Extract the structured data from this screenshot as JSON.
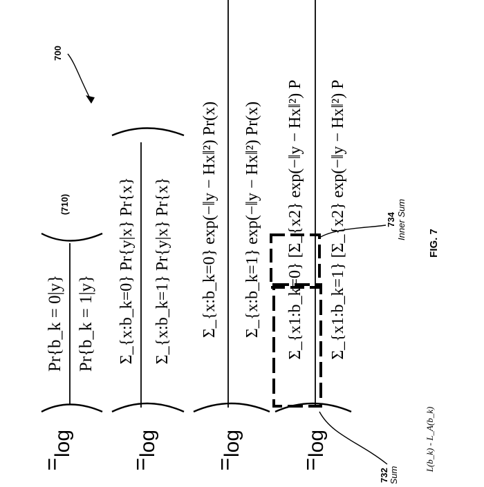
{
  "figure": {
    "ref_main": "700",
    "ref_eq": "(710)",
    "ref_inner": "734",
    "inner_label": "Inner Sum",
    "ref_outer": "732",
    "outer_label": "Sum",
    "caption": "FIG. 7",
    "lhs": "L(b_k) - L_A(b_k)"
  },
  "equations": {
    "line1": {
      "eq": "=",
      "log": "log",
      "num": "Pr{b_k = 0|y}",
      "den": "Pr{b_k = 1|y}"
    },
    "line2": {
      "eq": "=",
      "log": "log",
      "num": "Σ_{x:b_k=0} Pr{y|x} Pr{x}",
      "den": "Σ_{x:b_k=1} Pr{y|x} Pr{x}"
    },
    "line3": {
      "eq": "=",
      "log": "log",
      "num": "Σ_{x:b_k=0} exp(−‖y − Hx‖²) Pr(x)",
      "den": "Σ_{x:b_k=1} exp(−‖y − Hx‖²) Pr(x)"
    },
    "line4": {
      "eq": "=",
      "log": "log",
      "num": "Σ_{x1:b_k=0} [Σ_{x2} exp(−‖y − Hx‖²) P",
      "den": "Σ_{x1:b_k=1} [Σ_{x2} exp(−‖y − Hx‖²) P"
    }
  }
}
